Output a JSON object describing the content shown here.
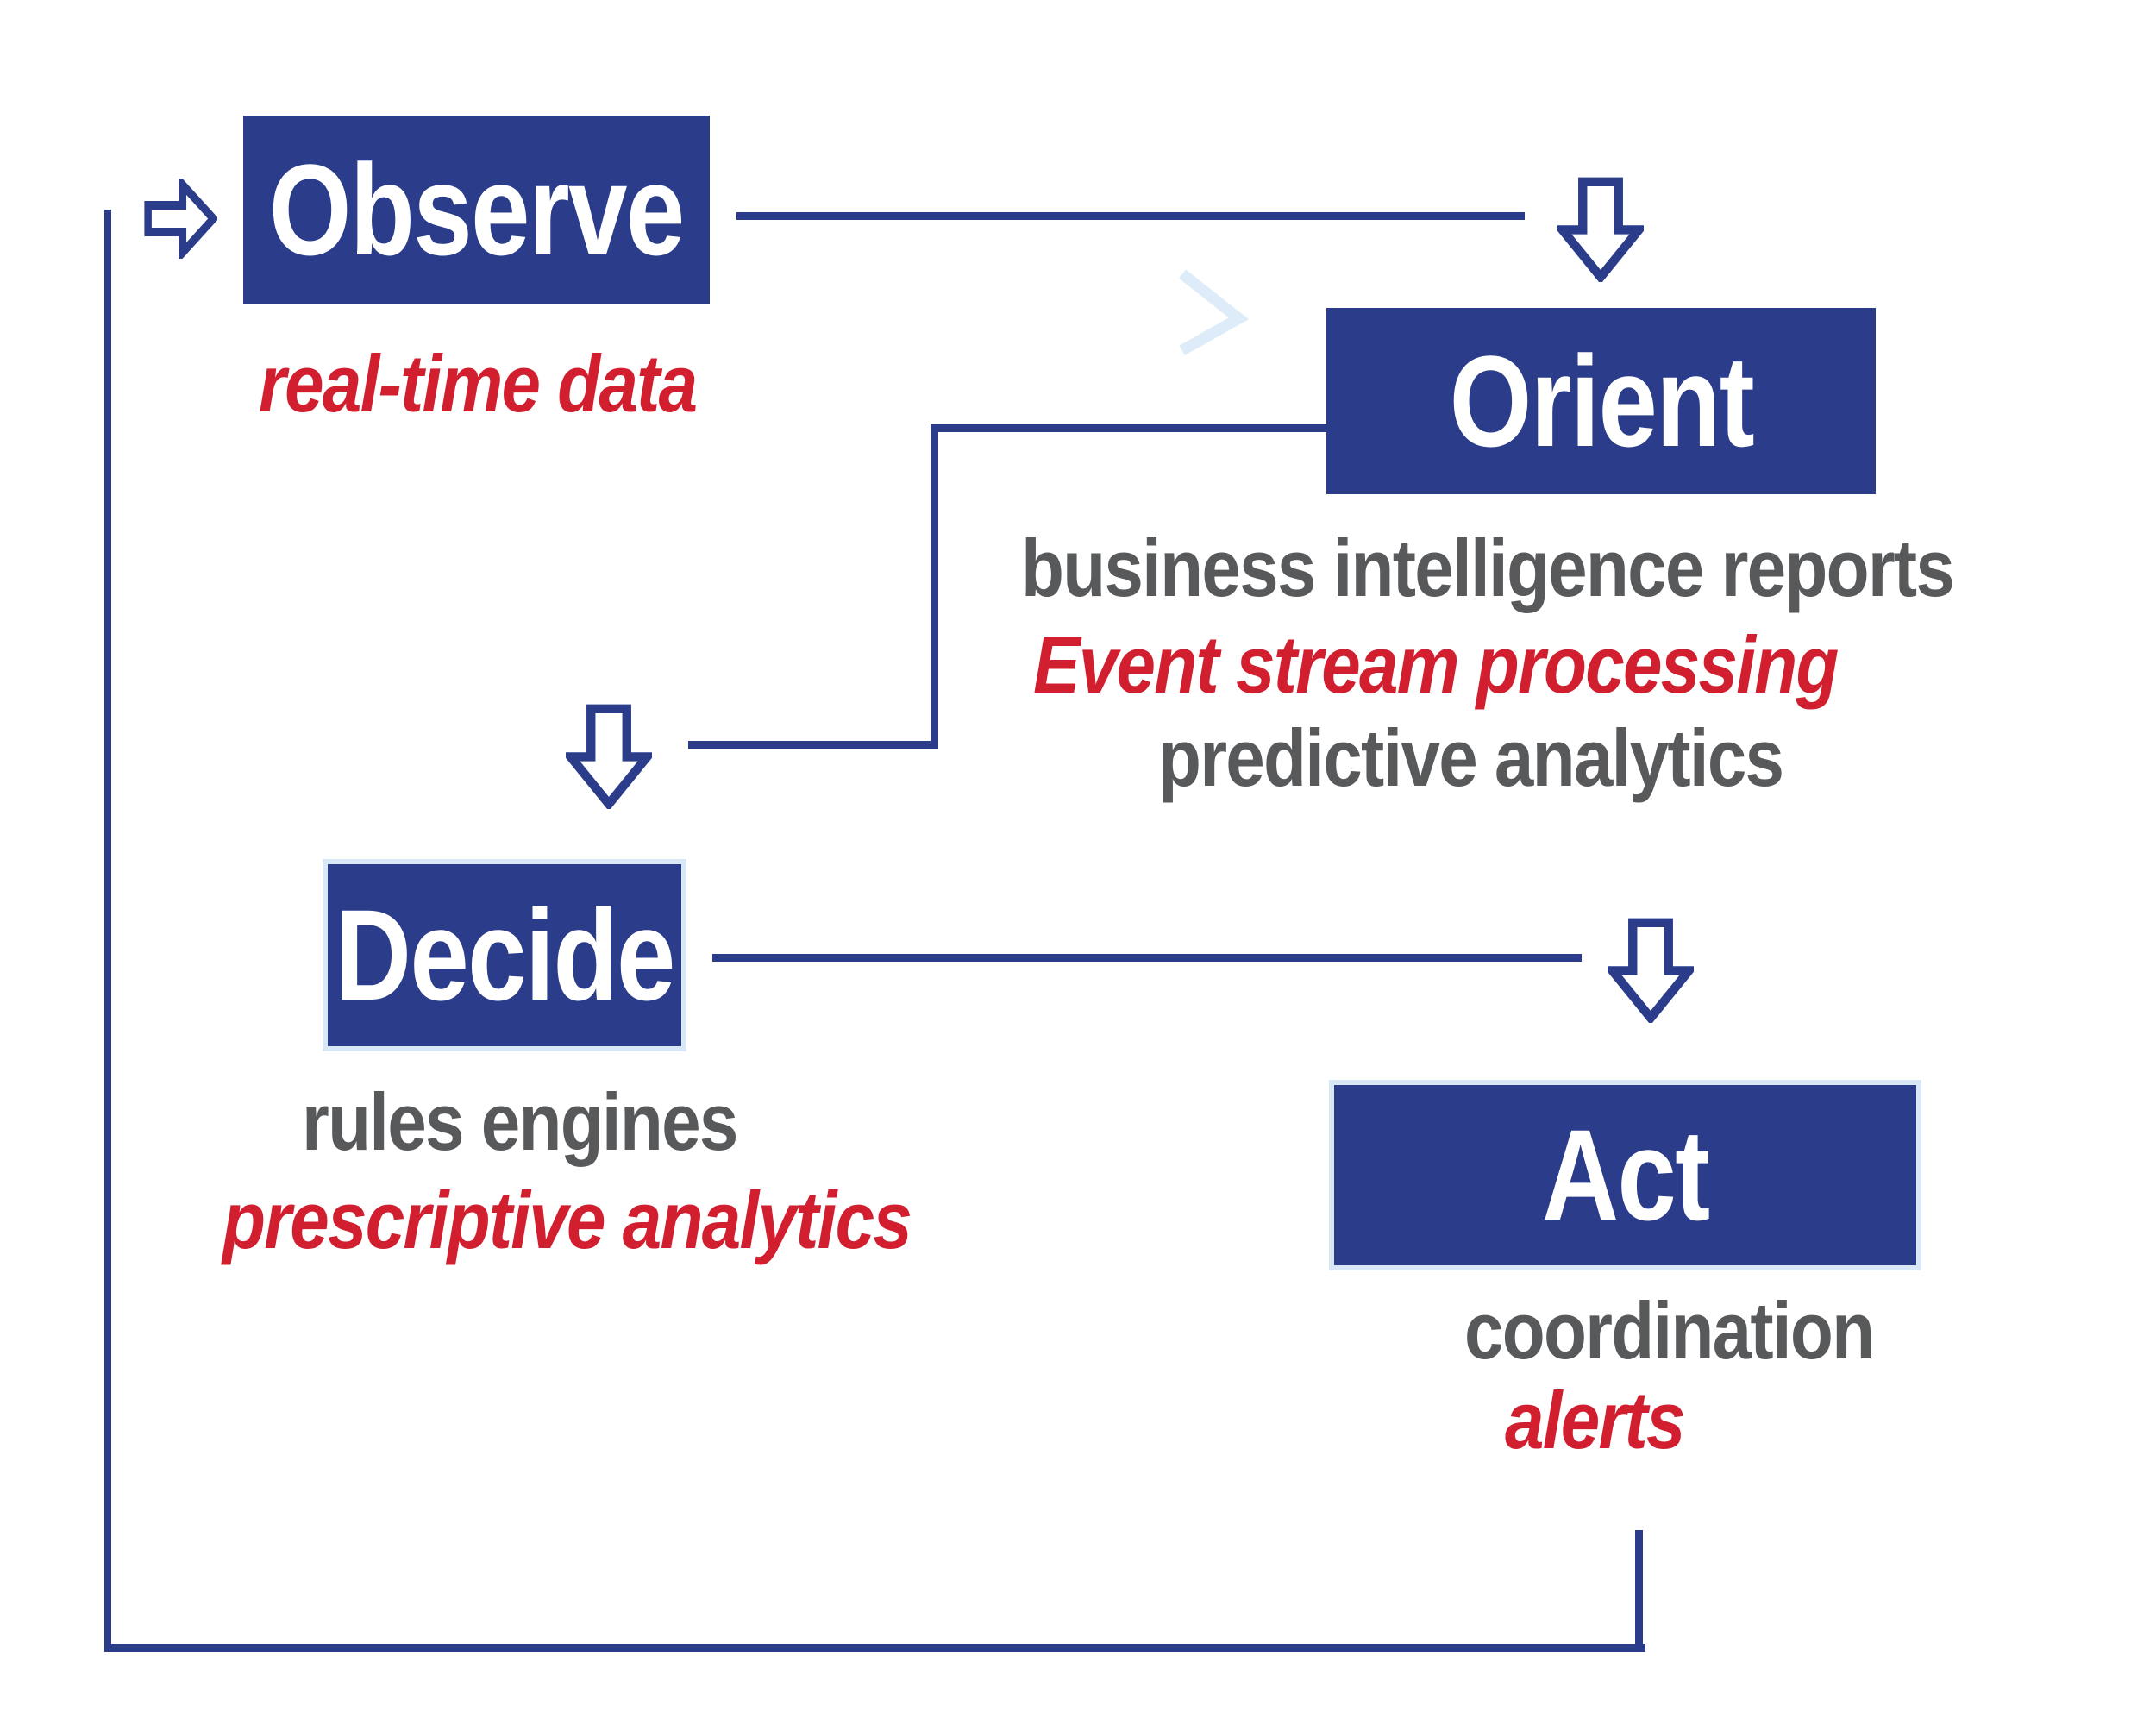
{
  "colors": {
    "navy_box": "#2B3C8A",
    "line_navy": "#2B3C8A",
    "annotation_red": "#D21F2F",
    "annotation_gray": "#58595B",
    "box_halo_light_blue": "#D9E8F7",
    "watermark_light_blue": "#DDECF8"
  },
  "nodes": {
    "observe": {
      "label": "Observe"
    },
    "orient": {
      "label": "Orient"
    },
    "decide": {
      "label": "Decide"
    },
    "act": {
      "label": "Act"
    }
  },
  "annotations": {
    "observe_red": "real-time data",
    "orient_gray_1": "business intelligence reports",
    "orient_red": "Event stream processing",
    "orient_gray_2": "predictive analytics",
    "decide_gray": "rules engines",
    "decide_red": "prescriptive analytics",
    "act_gray": "coordination",
    "act_red": "alerts"
  },
  "icons": {
    "loop_entry": "right-arrow-icon",
    "observe_to_orient": "down-arrow-icon",
    "orient_to_decide": "down-arrow-icon",
    "decide_to_act": "down-arrow-icon",
    "background": "chevron-icon"
  }
}
